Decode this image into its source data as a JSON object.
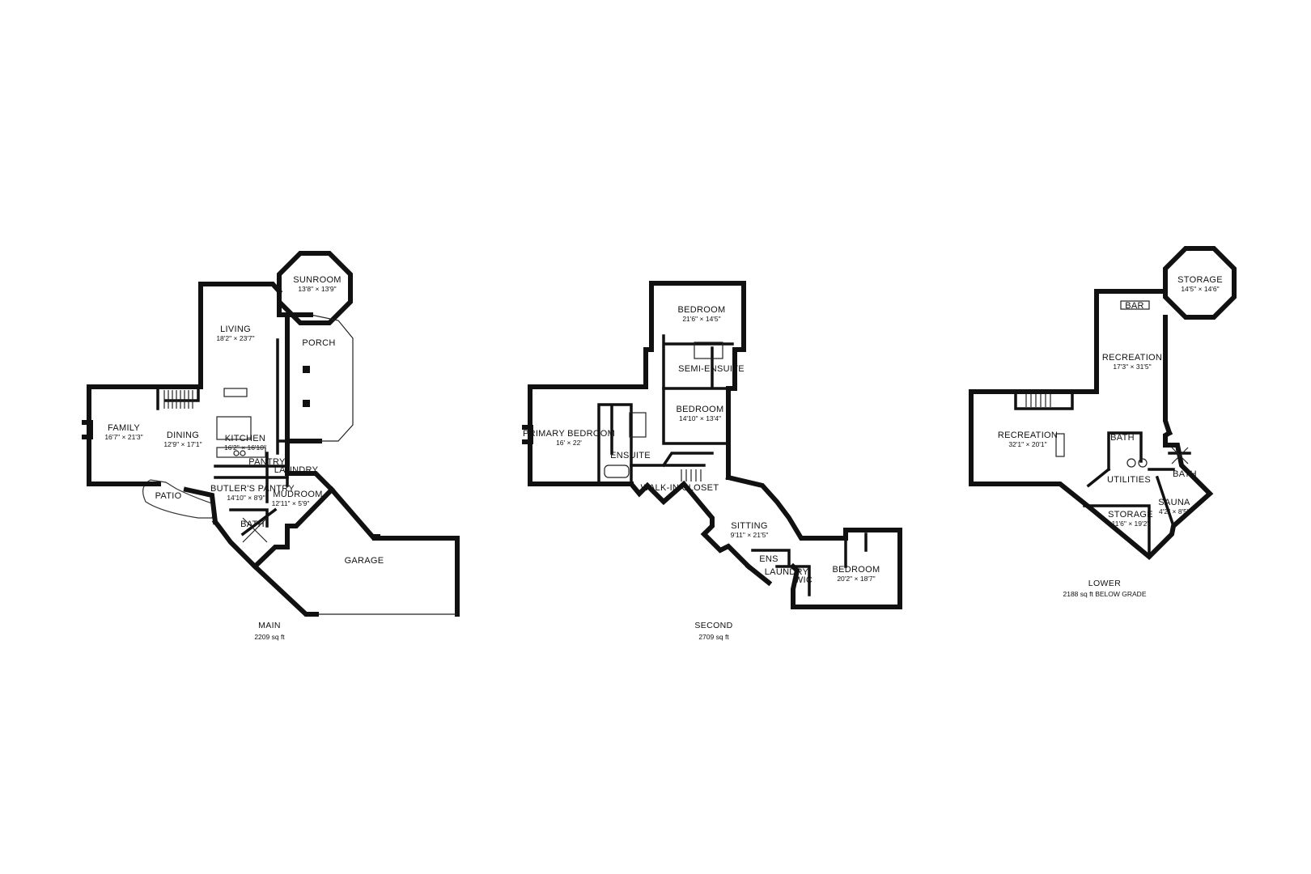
{
  "floors": [
    {
      "name": "MAIN",
      "area": "2209 sq ft",
      "rooms": [
        {
          "name": "SUNROOM",
          "dims": "13'8\" × 13'9\""
        },
        {
          "name": "LIVING",
          "dims": "18'2\" × 23'7\""
        },
        {
          "name": "PORCH",
          "dims": ""
        },
        {
          "name": "FAMILY",
          "dims": "16'7\" × 21'3\""
        },
        {
          "name": "DINING",
          "dims": "12'9\" × 17'1\""
        },
        {
          "name": "KITCHEN",
          "dims": "16'2\" × 16'10\""
        },
        {
          "name": "PANTRY",
          "dims": ""
        },
        {
          "name": "LAUNDRY",
          "dims": ""
        },
        {
          "name": "BUTLER'S PANTRY",
          "dims": "14'10\" × 8'9\""
        },
        {
          "name": "MUDROOM",
          "dims": "12'11\" × 5'9\""
        },
        {
          "name": "PATIO",
          "dims": ""
        },
        {
          "name": "BATH",
          "dims": ""
        },
        {
          "name": "GARAGE",
          "dims": ""
        }
      ]
    },
    {
      "name": "SECOND",
      "area": "2709 sq ft",
      "rooms": [
        {
          "name": "BEDROOM",
          "dims": "21'6\" × 14'5\""
        },
        {
          "name": "SEMI-ENSUITE",
          "dims": ""
        },
        {
          "name": "BEDROOM",
          "dims": "14'10\" × 13'4\""
        },
        {
          "name": "PRIMARY BEDROOM",
          "dims": "16' × 22'"
        },
        {
          "name": "ENSUITE",
          "dims": ""
        },
        {
          "name": "WALK-IN CLOSET",
          "dims": ""
        },
        {
          "name": "SITTING",
          "dims": "9'11\" × 21'5\""
        },
        {
          "name": "ENS",
          "dims": ""
        },
        {
          "name": "LAUNDRY",
          "dims": ""
        },
        {
          "name": "WIC",
          "dims": ""
        },
        {
          "name": "BEDROOM",
          "dims": "20'2\" × 18'7\""
        }
      ]
    },
    {
      "name": "LOWER",
      "area": "2188 sq ft BELOW GRADE",
      "rooms": [
        {
          "name": "STORAGE",
          "dims": "14'5\" × 14'6\""
        },
        {
          "name": "BAR",
          "dims": ""
        },
        {
          "name": "RECREATION",
          "dims": "17'3\" × 31'5\""
        },
        {
          "name": "RECREATION",
          "dims": "32'1\" × 20'1\""
        },
        {
          "name": "BATH",
          "dims": ""
        },
        {
          "name": "UTILITIES",
          "dims": ""
        },
        {
          "name": "BATH",
          "dims": ""
        },
        {
          "name": "STORAGE",
          "dims": "11'6\" × 19'2\""
        },
        {
          "name": "SAUNA",
          "dims": "4'2\" × 8'5\""
        }
      ]
    }
  ]
}
